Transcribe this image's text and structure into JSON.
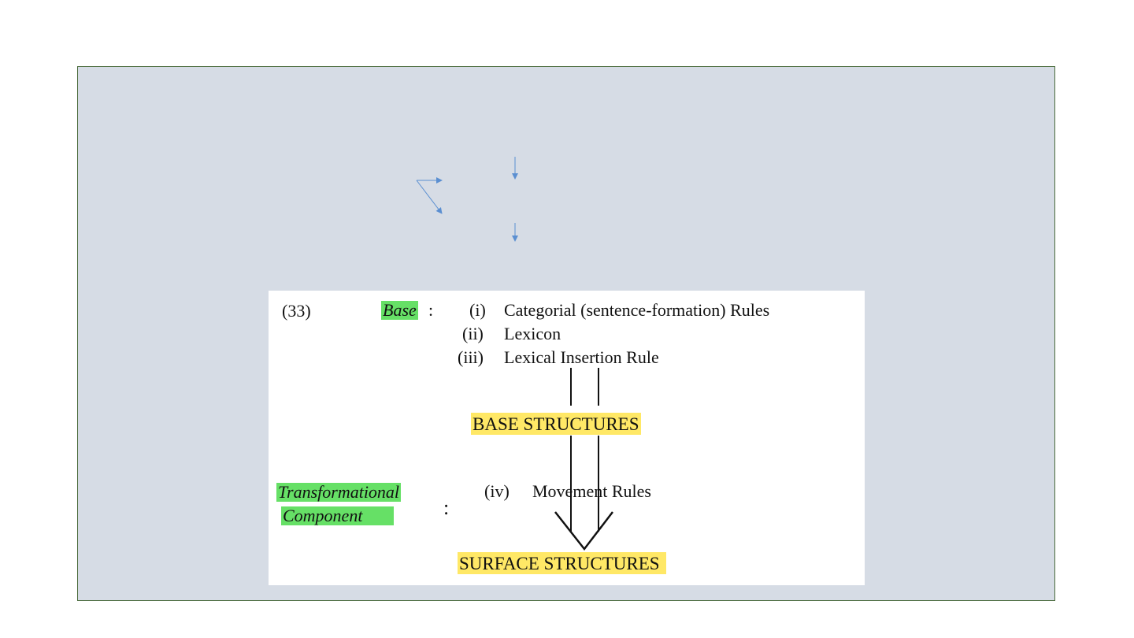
{
  "figure": {
    "number": "(33)",
    "base_label": "Base",
    "base_colon": ":",
    "rules": [
      {
        "num": "(i)",
        "text": "Categorial (sentence-formation) Rules"
      },
      {
        "num": "(ii)",
        "text": "Lexicon"
      },
      {
        "num": "(iii)",
        "text": "Lexical Insertion Rule"
      }
    ],
    "base_structures": "BASE STRUCTURES",
    "transformational_line1": "Transformational",
    "transformational_line2": "Component",
    "transformational_colon": ":",
    "movement_num": "(iv)",
    "movement_text": "Movement Rules",
    "surface_structures": "SURFACE STRUCTURES"
  },
  "colors": {
    "slide_background": "#d6dce5",
    "green_highlight": "#66e066",
    "yellow_highlight": "#ffe866",
    "arrow_blue": "#5b8fd1"
  }
}
